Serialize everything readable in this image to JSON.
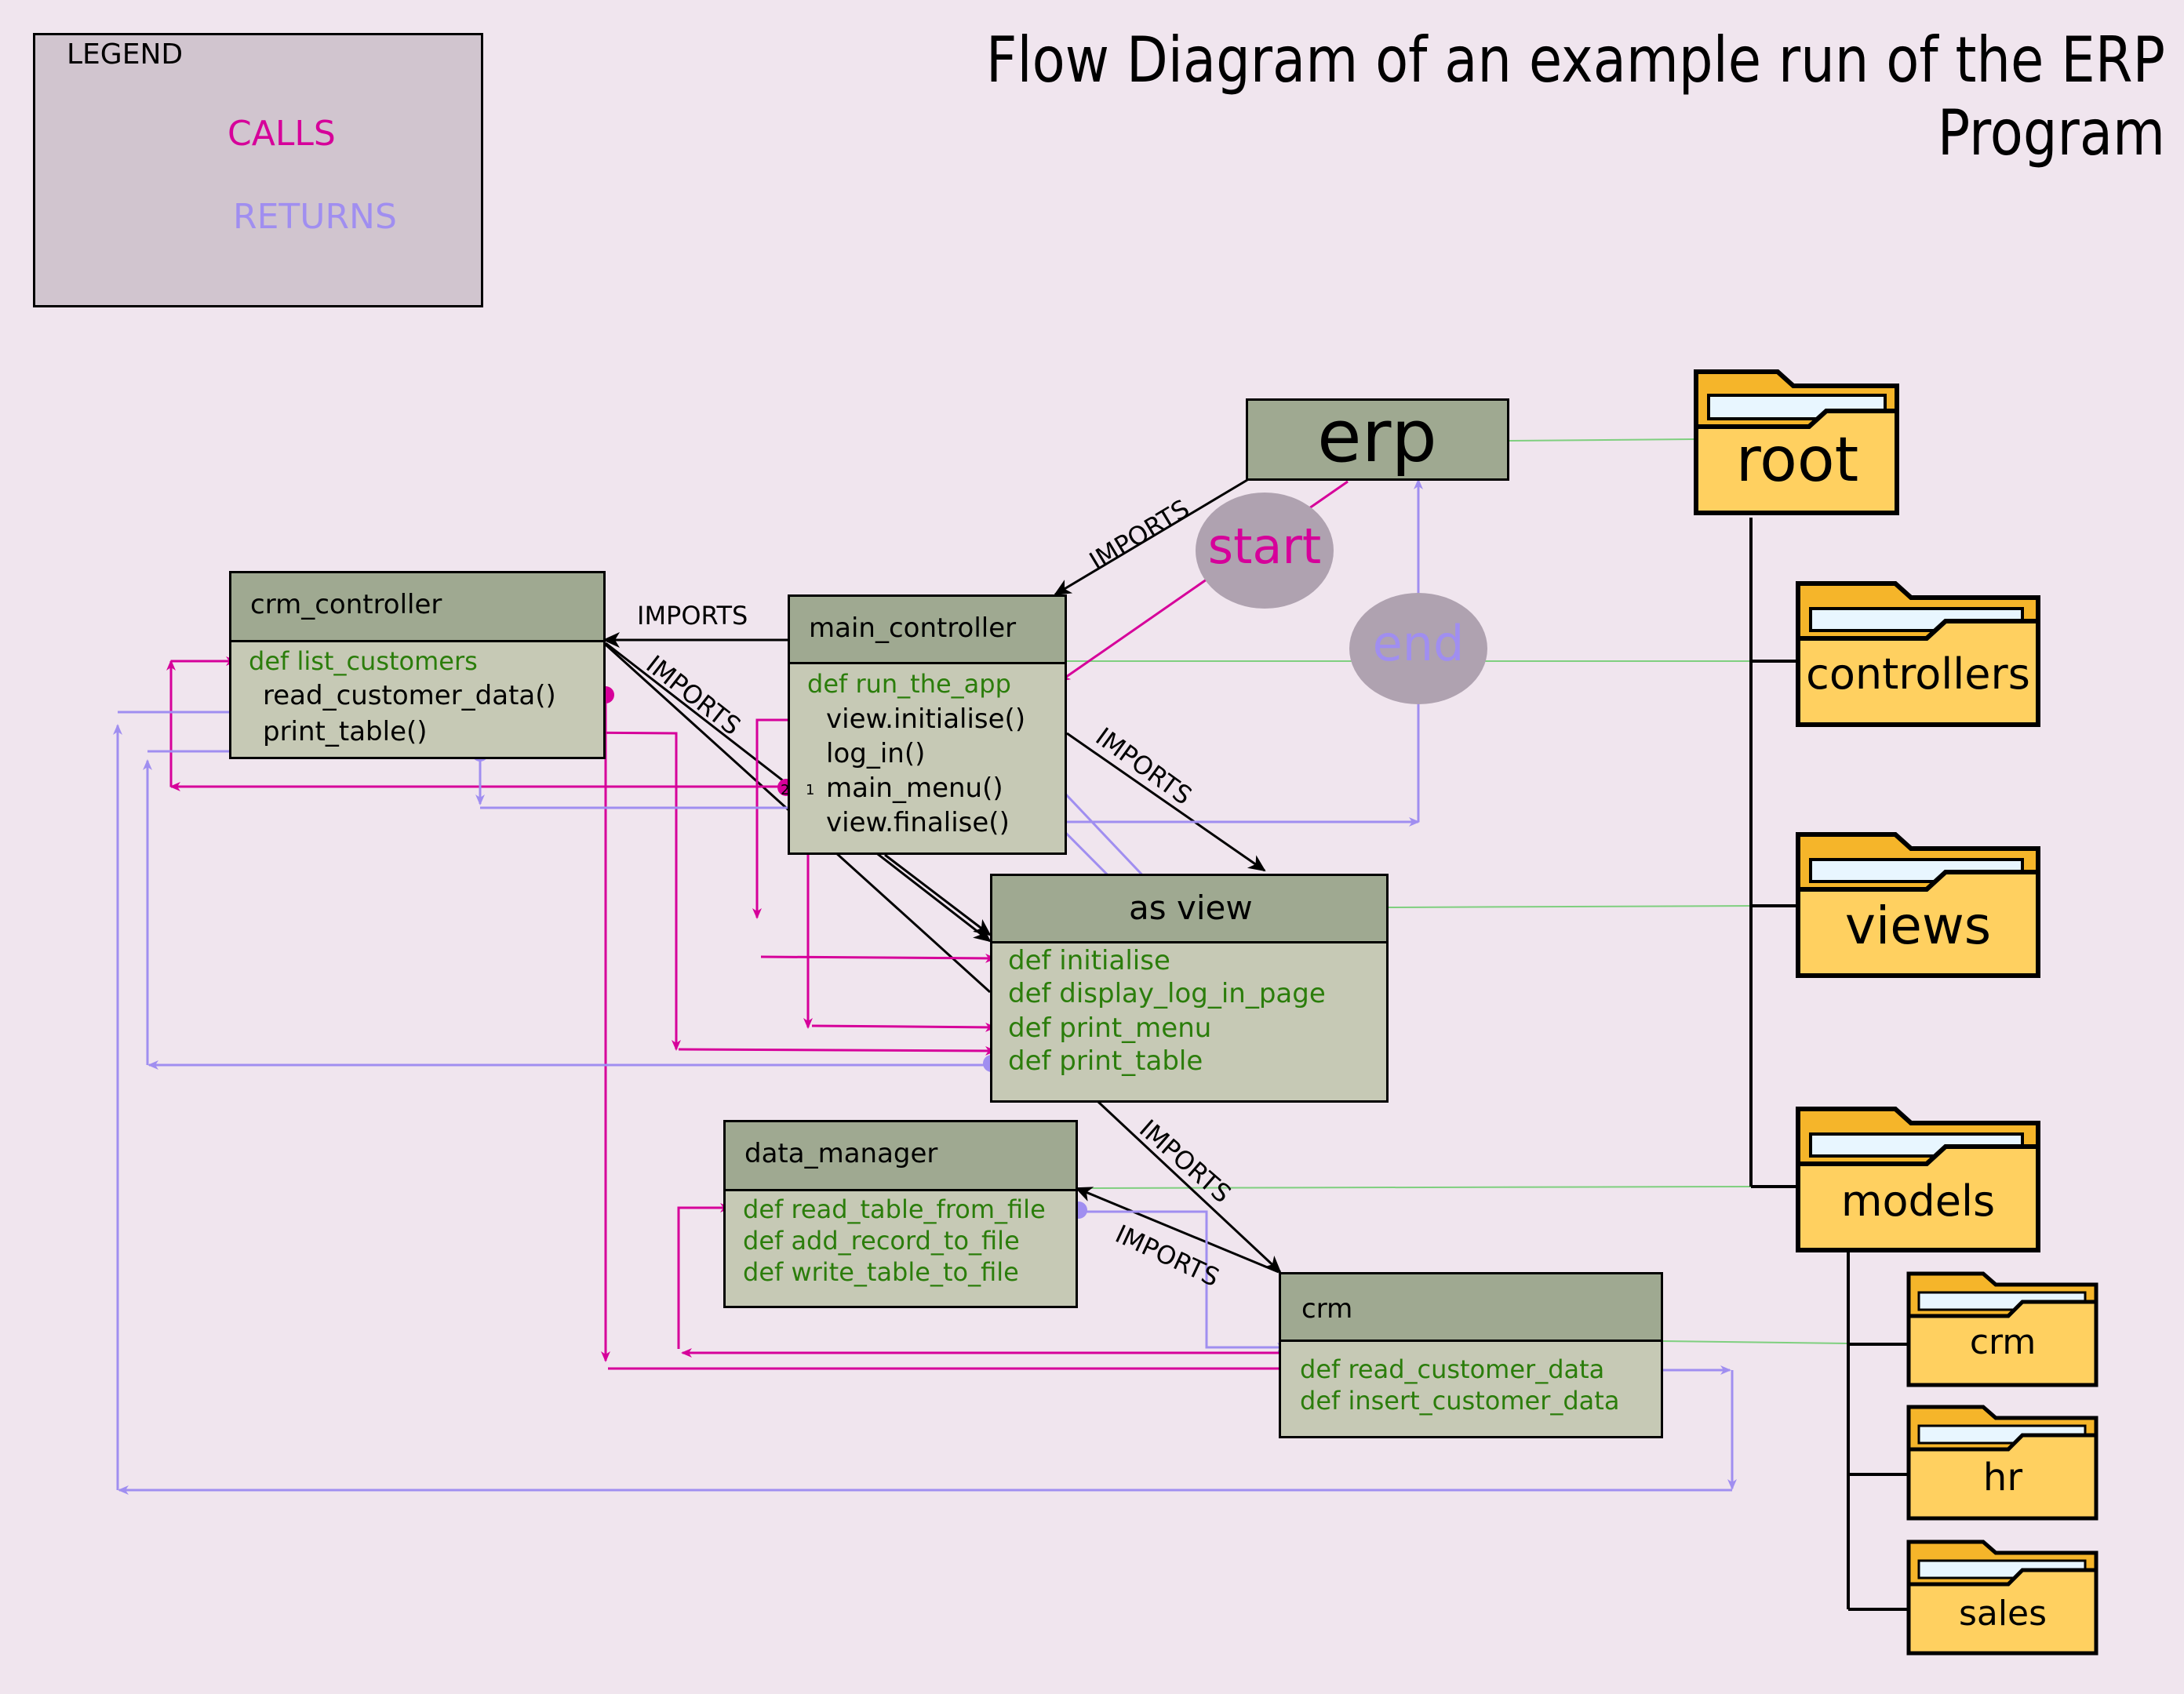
{
  "title": "Flow Diagram of an example run of the ERP Program",
  "legend": {
    "title": "LEGEND",
    "calls": "CALLS",
    "returns": "RETURNS"
  },
  "colors": {
    "background": "#f0e5ee",
    "calls": "#d6009a",
    "returns": "#a08ef0",
    "box_header": "#9fa991",
    "box_body": "#c6c9b5",
    "function_text": "#2b7d0b",
    "folder": "#ffd060",
    "tree_link": "#7fcf7f"
  },
  "modules": {
    "erp": {
      "name": "erp"
    },
    "start": "start",
    "end": "end",
    "crm_controller": {
      "name": "crm_controller",
      "def": "def list_customers",
      "calls": [
        "read_customer_data()",
        "print_table()"
      ]
    },
    "main_controller": {
      "name": "main_controller",
      "def": "def run_the_app",
      "calls": [
        "view.initialise()",
        "log_in()",
        "main_menu()",
        "view.finalise()"
      ],
      "badges": [
        "2",
        "1"
      ]
    },
    "as_view": {
      "name": "as view",
      "defs": [
        "def initialise",
        "def display_log_in_page",
        "def print_menu",
        "def print_table"
      ]
    },
    "data_manager": {
      "name": "data_manager",
      "defs": [
        "def read_table_from_file",
        "def add_record_to_file",
        "def write_table_to_file"
      ]
    },
    "crm": {
      "name": "crm",
      "defs": [
        "def read_customer_data",
        "def insert_customer_data"
      ]
    }
  },
  "imports_label": "IMPORTS",
  "folders": {
    "root": "root",
    "controllers": "controllers",
    "views": "views",
    "models": "models",
    "crm": "crm",
    "hr": "hr",
    "sales": "sales"
  }
}
